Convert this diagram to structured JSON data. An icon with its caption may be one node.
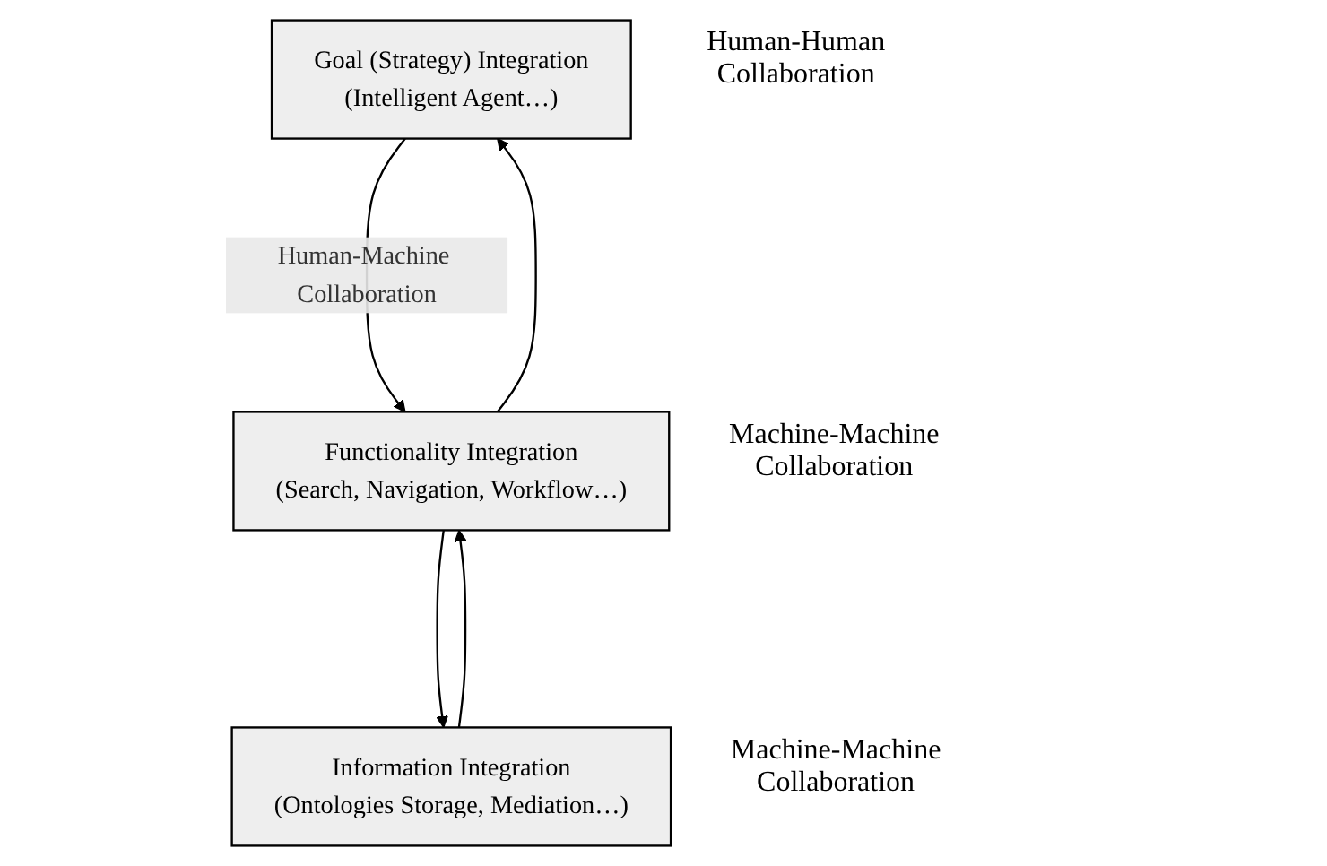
{
  "diagram": {
    "nodes": [
      {
        "text": [
          "Goal (Strategy) Integration",
          "(Intelligent Agent…)"
        ],
        "beside": [
          "Human-Human Collaboration"
        ]
      },
      {
        "text": [
          "Functionality Integration",
          "(Search, Navigation, Workflow…)"
        ],
        "beside": [
          "Machine-Machine Collaboration"
        ]
      },
      {
        "text": [
          "Information Integration",
          "(Ontologies Storage, Mediation…)"
        ],
        "beside": [
          "Machine-Machine Collaboration"
        ]
      }
    ],
    "edges": [
      {
        "from": 1,
        "to": 0,
        "arrow": "to"
      },
      {
        "from": 0,
        "to": 1,
        "arrow": "to",
        "label": "Human-Machine Collaboration"
      },
      {
        "from": 2,
        "to": 1,
        "arrow": "to"
      },
      {
        "from": 1,
        "to": 2,
        "arrow": "to"
      }
    ]
  }
}
